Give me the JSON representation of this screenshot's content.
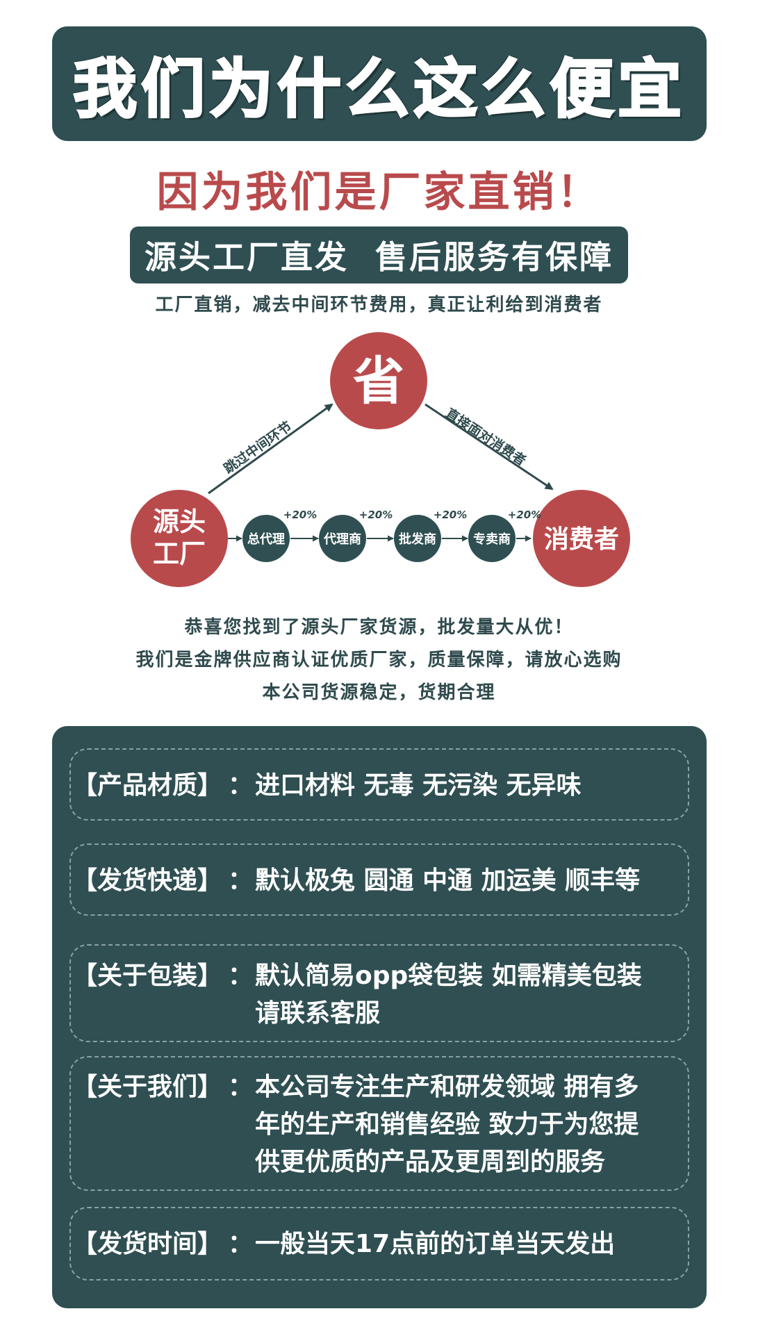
{
  "header": {
    "title": "我们为什么这么便宜",
    "slogan": "因为我们是厂家直销！",
    "banner": "源头工厂直发  售后服务有保障",
    "description": "工厂直销，减去中间环节费用，真正让利给到消费者"
  },
  "flow": {
    "top_node": "省",
    "left_node_line1": "源头",
    "left_node_line2": "工厂",
    "right_node": "消费者",
    "left_arrow_label": "跳过中间环节",
    "right_arrow_label": "直接面对消费者",
    "middle_nodes": [
      "总代理",
      "代理商",
      "批发商",
      "专卖商"
    ],
    "markup": "+20%"
  },
  "info": {
    "line1": "恭喜您找到了源头厂家货源，批发量大从优！",
    "line2": "我们是金牌供应商认证优质厂家，质量保障，请放心选购",
    "line3": "本公司货源稳定，货期合理"
  },
  "cards": [
    {
      "label": "【产品材质】",
      "lines": [
        "进口材料  无毒  无污染  无异味"
      ]
    },
    {
      "label": "【发货快递】",
      "lines": [
        "默认极兔  圆通  中通  加运美  顺丰等"
      ]
    },
    {
      "label": "【关于包装】",
      "lines": [
        "默认简易opp袋包装  如需精美包装",
        "请联系客服"
      ]
    },
    {
      "label": "【关于我们】",
      "lines": [
        "本公司专注生产和研发领域  拥有多",
        "年的生产和销售经验  致力于为您提",
        "供更优质的产品及更周到的服务"
      ]
    },
    {
      "label": "【发货时间】",
      "lines": [
        "一般当天17点前的订单当天发出"
      ]
    }
  ],
  "colors": {
    "dark_teal": "#2f4f52",
    "red": "#b94a4c",
    "white": "#ffffff"
  }
}
